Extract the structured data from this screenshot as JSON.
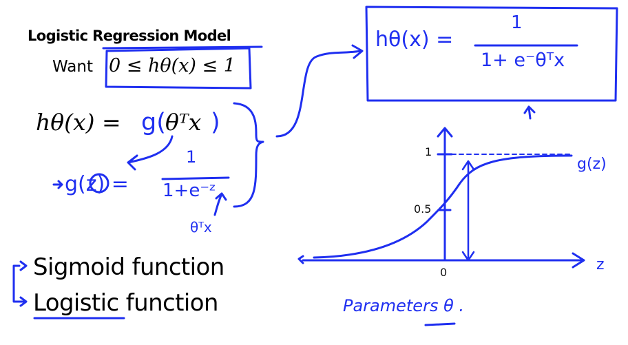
{
  "title": "Logistic Regression Model",
  "want_label": "Want",
  "want_condition": "0 ≤ hθ(x) ≤ 1",
  "hypothesis_lhs": "hθ(x) = ",
  "hypothesis_g": "g(",
  "hypothesis_arg": "θᵀx",
  "hypothesis_close": ")",
  "sigmoid_def": {
    "lhs": "g(z) =",
    "numerator": "1",
    "denominator": "1+e⁻ᶻ",
    "z_note": "θᵀx"
  },
  "boxed_formula": {
    "lhs": "hθ(x) =",
    "numerator": "1",
    "denominator": "1+ e⁻θᵀx"
  },
  "terms": [
    "Sigmoid function",
    "Logistic function"
  ],
  "plot": {
    "y_ticks": [
      "1",
      "0.5"
    ],
    "x_tick": "0",
    "x_axis_label": "z",
    "curve_label": "g(z)"
  },
  "parameters_note": "Parameters  θ .",
  "colors": {
    "ink": "#1f2ff0",
    "text": "#000000"
  }
}
